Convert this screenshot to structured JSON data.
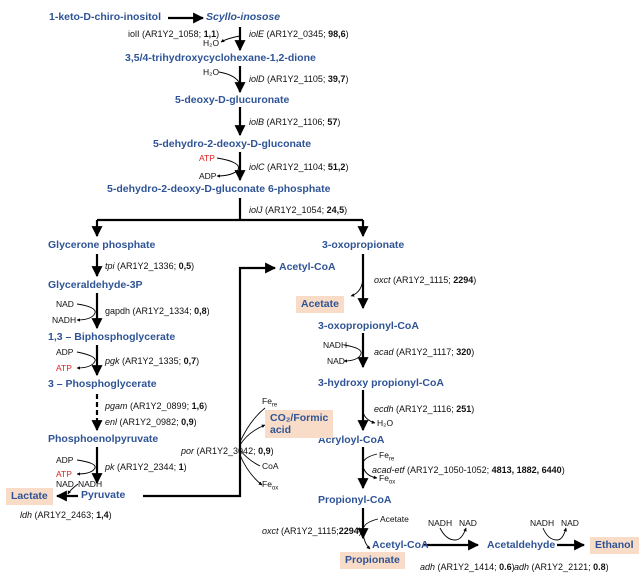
{
  "colors": {
    "metabolite": "#2f5496",
    "product_bg": "#f8dcc8",
    "cofactor_red": "#e02020",
    "arrow": "#000000"
  },
  "metabolites": {
    "keto_chiro_inositol": "1-keto-D-chiro-inositol",
    "scyllo_inosose": "Scyllo-inosose",
    "trihydroxy_dione": "3,5/4-trihydroxycyclohexane-1,2-dione",
    "deoxy_glucuronate": "5-deoxy-D-glucuronate",
    "dehydro_deoxy_gluconate": "5-dehydro-2-deoxy-D-gluconate",
    "dehydro_deoxy_gluconate_6p": "5-dehydro-2-deoxy-D-gluconate 6-phosphate",
    "glycerone_phosphate": "Glycerone phosphate",
    "glyceraldehyde_3p": "Glyceraldehyde-3P",
    "biphosphoglycerate": "1,3 – Biphosphoglycerate",
    "phosphoglycerate": "3 – Phosphoglycerate",
    "phosphoenolpyruvate": "Phosphoenolpyruvate",
    "pyruvate": "Pyruvate",
    "oxopropionate": "3-oxopropionate",
    "acetyl_coa_top": "Acetyl-CoA",
    "oxopropionyl_coa": "3-oxopropionyl-CoA",
    "hydroxy_propionyl_coa": "3-hydroxy propionyl-CoA",
    "acryloyl_coa": "Acryloyl-CoA",
    "propionyl_coa": "Propionyl-CoA",
    "acetyl_coa_bottom": "Acetyl-CoA",
    "acetaldehyde": "Acetaldehyde"
  },
  "products": {
    "acetate": "Acetate",
    "lactate": "Lactate",
    "propionate": "Propionate",
    "ethanol": "Ethanol",
    "co2_formic_line1": "CO₂/Formic",
    "co2_formic_line2": "acid"
  },
  "enzymes": {
    "iolI": {
      "gene": "iolI",
      "locus": "(AR1Y2_1058; ",
      "value": "1,1"
    },
    "iolE": {
      "gene": "iolE",
      "locus": "(AR1Y2_0345; ",
      "value": "98,6"
    },
    "iolD": {
      "gene": "iolD",
      "locus": "(AR1Y2_1105; ",
      "value": "39,7"
    },
    "iolB": {
      "gene": "iolB",
      "locus": "(AR1Y2_1106; ",
      "value": "57"
    },
    "iolC": {
      "gene": "iolC",
      "locus": "(AR1Y2_1104; ",
      "value": "51,2"
    },
    "iolJ": {
      "gene": "iolJ",
      "locus": "(AR1Y2_1054; ",
      "value": "24,5"
    },
    "tpi": {
      "gene": "tpi",
      "locus": "(AR1Y2_1336; ",
      "value": "0,5"
    },
    "gapdh": {
      "gene": "gapdh",
      "locus": "(AR1Y2_1334; ",
      "value": "0,8"
    },
    "pgk": {
      "gene": "pgk",
      "locus": "(AR1Y2_1335; ",
      "value": "0,7"
    },
    "pgam": {
      "gene": "pgam",
      "locus": "(AR1Y2_0899; ",
      "value": "1,6"
    },
    "enl": {
      "gene": "enl",
      "locus": "(AR1Y2_0982; ",
      "value": "0,9"
    },
    "pk": {
      "gene": "pk",
      "locus": "(AR1Y2_2344; ",
      "value": "1"
    },
    "ldh": {
      "gene": "ldh",
      "locus": "(AR1Y2_2463; ",
      "value": "1,4"
    },
    "por": {
      "gene": "por",
      "locus": "(AR1Y2_3042; ",
      "value": "0,9"
    },
    "oxct_top": {
      "gene": "oxct",
      "locus": "(AR1Y2_1115; ",
      "value": "2294"
    },
    "acad": {
      "gene": "acad",
      "locus": "(AR1Y2_1117; ",
      "value": "320"
    },
    "ecdh": {
      "gene": "ecdh",
      "locus": "(AR1Y2_1116; ",
      "value": "251"
    },
    "acad_etf": {
      "gene": "acad-etf",
      "locus": "(AR1Y2_1050-1052; ",
      "value": "4813, 1882, 6440"
    },
    "oxct_bottom": {
      "gene": "oxct",
      "locus": "(AR1Y2_1115;",
      "value": "2294"
    },
    "adh_1": {
      "gene": "adh",
      "locus": "(AR1Y2_1414; ",
      "value": "0.6"
    },
    "adh_2": {
      "gene": "adh",
      "locus": "(AR1Y2_2121; ",
      "value": "0.8"
    }
  },
  "cofactors": {
    "h2o": "H₂O",
    "atp": "ATP",
    "adp": "ADP",
    "nad": "NAD",
    "nadh": "NADH",
    "fe_re": "Fe",
    "fe_re_sub": "re",
    "fe_ox": "Fe",
    "fe_ox_sub": "ox",
    "coa": "CoA",
    "acetate": "Acetate"
  }
}
